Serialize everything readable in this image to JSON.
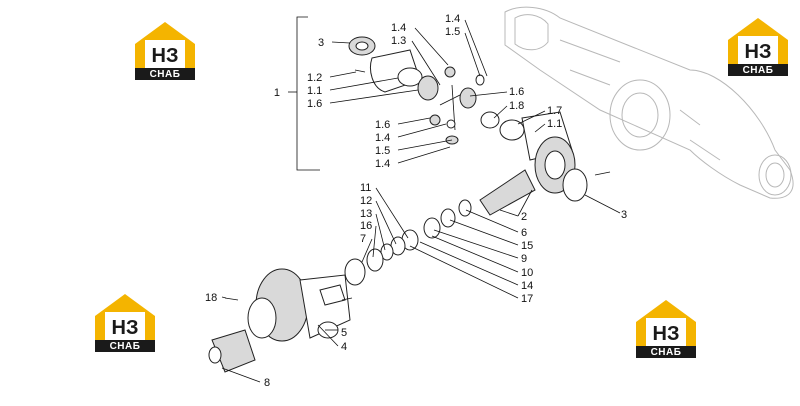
{
  "logo": {
    "mark": "НЗ",
    "text": "СНАБ"
  },
  "labels": {
    "l1": "1",
    "l3a": "3",
    "l1_2": "1.2",
    "l1_1a": "1.1",
    "l1_6a": "1.6",
    "l1_4a": "1.4",
    "l1_3": "1.3",
    "l1_4b": "1.4",
    "l1_5a": "1.5",
    "l1_6b": "1.6",
    "l1_8": "1.8",
    "l1_7": "1.7",
    "l1_1b": "1.1",
    "l1_6c": "1.6",
    "l1_4c": "1.4",
    "l1_5b": "1.5",
    "l1_4d": "1.4",
    "l11": "11",
    "l12": "12",
    "l13": "13",
    "l16": "16",
    "l7": "7",
    "l2": "2",
    "l3b": "3",
    "l6": "6",
    "l15": "15",
    "l9": "9",
    "l10": "10",
    "l14": "14",
    "l17": "17",
    "l18": "18",
    "l5": "5",
    "l4": "4",
    "l8": "8"
  }
}
